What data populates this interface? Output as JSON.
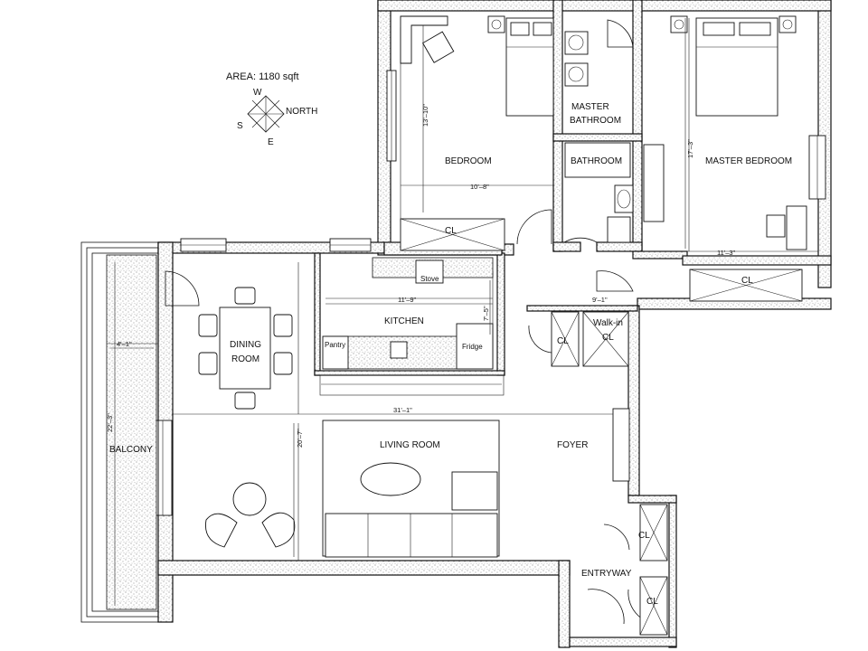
{
  "header": {
    "area": "AREA: 1180 sqft"
  },
  "compass": {
    "w": "W",
    "s": "S",
    "e": "E",
    "north": "NORTH"
  },
  "rooms": {
    "bedroom": "BEDROOM",
    "master_bath_1": "MASTER",
    "master_bath_2": "BATHROOM",
    "bathroom": "BATHROOM",
    "master_bedroom": "MASTER BEDROOM",
    "kitchen": "KITCHEN",
    "dining_1": "DINING",
    "dining_2": "ROOM",
    "living": "LIVING ROOM",
    "foyer": "FOYER",
    "balcony": "BALCONY",
    "entryway": "ENTRYWAY",
    "walkin_1": "Walk-in",
    "walkin_2": "CL",
    "cl_bedroom": "CL",
    "cl_master": "CL",
    "cl_hall": "CL",
    "cl_foyer": "CL",
    "cl_entry": "CL"
  },
  "appliances": {
    "stove": "Stove",
    "pantry": "Pantry",
    "fridge": "Fridge"
  },
  "dimensions": {
    "bedroom_h": "13'–10\"",
    "bedroom_w": "10'–8\"",
    "master_h": "17'–3\"",
    "master_w": "11'–3\"",
    "kitchen_w": "11'–9\"",
    "kitchen_h": "7'–5\"",
    "hall_w": "9'–1\"",
    "overall_w": "31'–1\"",
    "living_h": "20'–7\"",
    "dining_w": "4'–1\"",
    "balcony_h": "22'–3\""
  }
}
